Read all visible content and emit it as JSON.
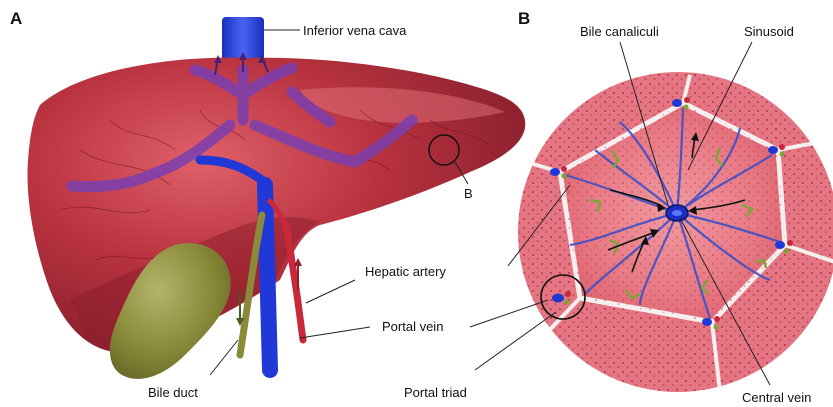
{
  "panels": {
    "a": "A",
    "b": "B"
  },
  "labels": {
    "inferior_vena_cava": "Inferior vena cava",
    "b_marker": "B",
    "hepatic_artery": "Hepatic artery",
    "portal_vein": "Portal vein",
    "bile_duct": "Bile duct",
    "portal_triad": "Portal triad",
    "bile_canaliculi": "Bile canaliculi",
    "sinusoid": "Sinusoid",
    "central_vein": "Central vein"
  },
  "colors": {
    "liver_dark": "#8e1f2c",
    "liver_mid": "#b8323f",
    "liver_light": "#d9545c",
    "vein_blue": "#2038d8",
    "vessel_purple": "#7a3fb0",
    "artery_red": "#c8283a",
    "gallbladder": "#8a8a3a",
    "lobule_pink": "#e87b86",
    "septum_white": "#f7eef0",
    "canaliculi_green": "#7fa53a"
  }
}
